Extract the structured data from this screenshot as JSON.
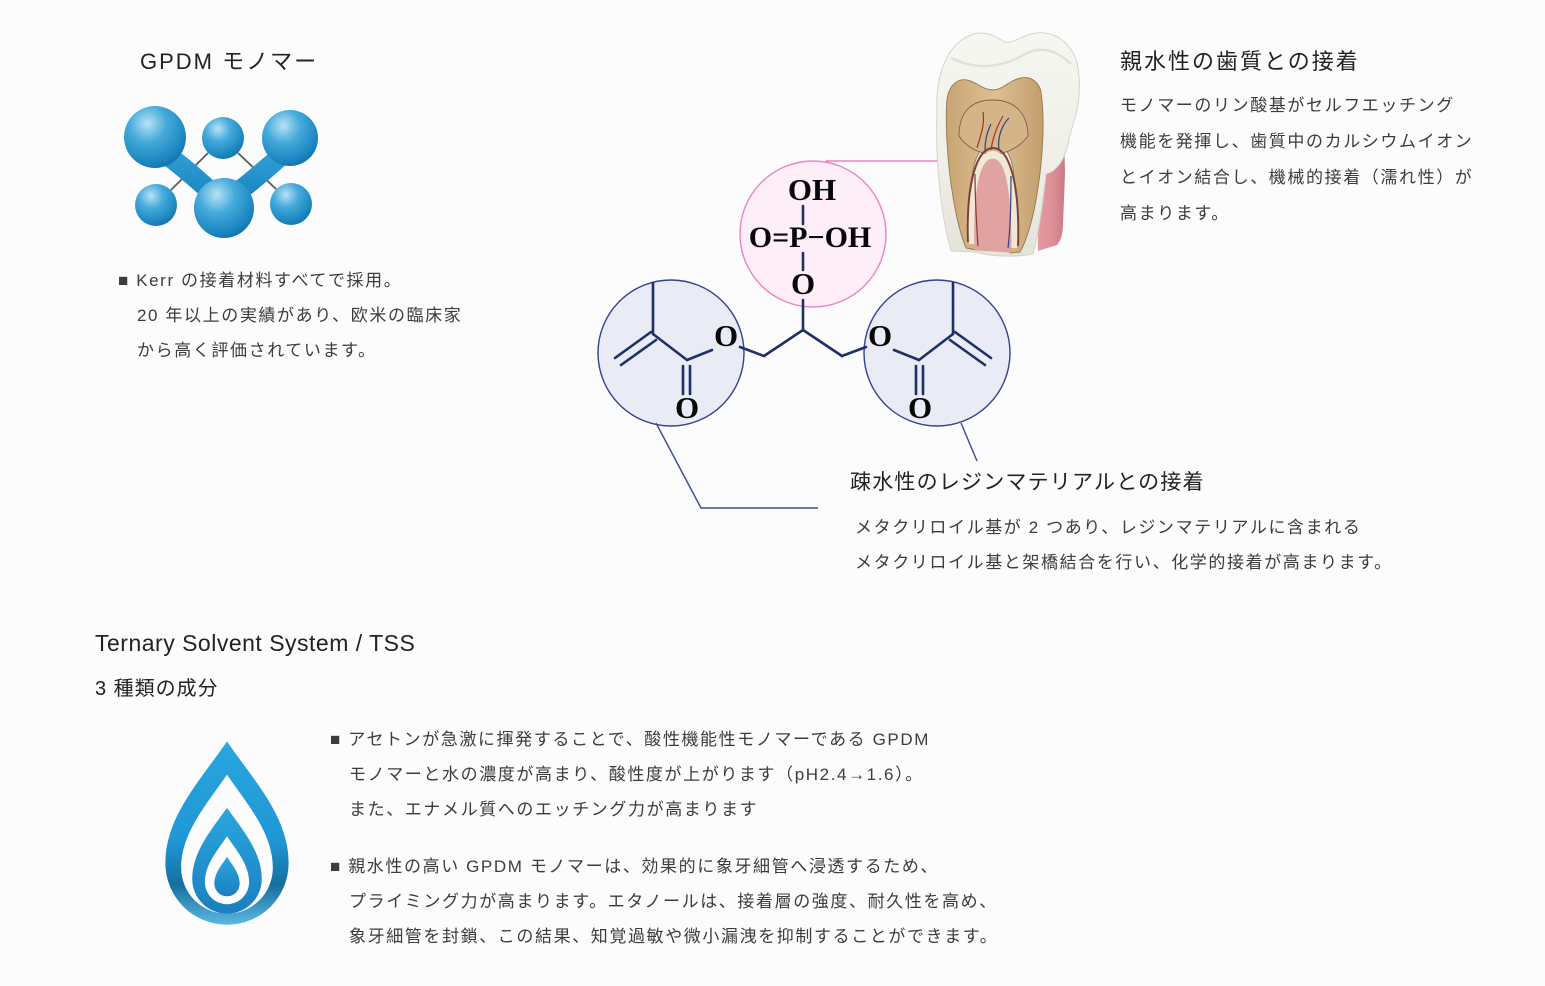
{
  "gpdm_section": {
    "title": "GPDM モノマー",
    "kerr_lines": [
      "■ Kerr の接着材料すべてで採用。",
      "20 年以上の実績があり、欧米の臨床家",
      "から高く評価されています。"
    ]
  },
  "structure": {
    "phosphate_oh_top": "OH",
    "phosphate_row": "O=P−OH",
    "phosphate_o_bottom": "O",
    "ester_o_left": "O",
    "ester_o_right": "O",
    "carbonyl_o_left": "O",
    "carbonyl_o_right": "O"
  },
  "hydrophilic_section": {
    "heading": "親水性の歯質との接着",
    "body_lines": [
      "モノマーのリン酸基がセルフエッチング",
      "機能を発揮し、歯質中のカルシウムイオン",
      "とイオン結合し、機械的接着（濡れ性）が",
      "高まります。"
    ]
  },
  "hydrophobic_section": {
    "heading": "疎水性のレジンマテリアルとの接着",
    "body_lines": [
      "メタクリロイル基が 2 つあり、レジンマテリアルに含まれる",
      "メタクリロイル基と架橋結合を行い、化学的接着が高まります。"
    ]
  },
  "tss_section": {
    "heading": "Ternary Solvent System / TSS",
    "subheading": "3 種類の成分",
    "bullet1_lines": [
      "■ アセトンが急激に揮発することで、酸性機能性モノマーである GPDM",
      "モノマーと水の濃度が高まり、酸性度が上がります（pH2.4→1.6）。",
      "また、エナメル質へのエッチング力が高まります"
    ],
    "bullet2_lines": [
      "■ 親水性の高い GPDM モノマーは、効果的に象牙細管へ浸透するため、",
      "プライミング力が高まります。エタノールは、接着層の強度、耐久性を高め、",
      "象牙細管を封鎖、この結果、知覚過敏や微小漏洩を抑制することができます。"
    ]
  },
  "colors": {
    "pink_accent": "#ee82c4",
    "pink_fill": "#fdeef8",
    "navy_accent": "#33418f",
    "navy_fill": "#e9ecf4",
    "bond_navy": "#1e3166",
    "sphere_blue": "#2196d3",
    "drop_blue": "#1f97d5",
    "gum_pink": "#dd9098",
    "dentin_tan": "#d2ae7e",
    "heading_text": "#222222",
    "body_text": "#3c3c3c"
  }
}
